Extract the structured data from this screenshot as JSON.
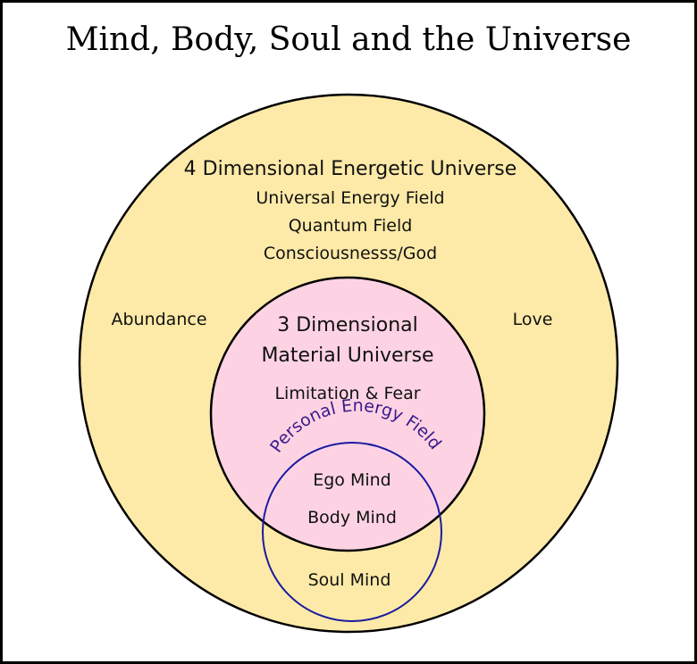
{
  "title": "Mind, Body, Soul and the Universe",
  "colors": {
    "outer_fill": "#fdeaa8",
    "inner_fill": "#fdd3e3",
    "outline": "#000000",
    "personal_field_stroke": "#1a1aa0",
    "personal_field_label": "#3a1a8c"
  },
  "outer_circle": {
    "heading": "4 Dimensional Energetic Universe",
    "lines": [
      "Universal Energy Field",
      "Quantum Field",
      "Consciousnesss/God"
    ],
    "left_label": "Abundance",
    "right_label": "Love"
  },
  "inner_circle": {
    "heading_line1": "3 Dimensional",
    "heading_line2": "Material Universe",
    "subtitle": "Limitation & Fear"
  },
  "personal_circle": {
    "arc_label": "Personal Energy Field",
    "items": [
      "Ego Mind",
      "Body Mind",
      "Soul Mind"
    ]
  }
}
